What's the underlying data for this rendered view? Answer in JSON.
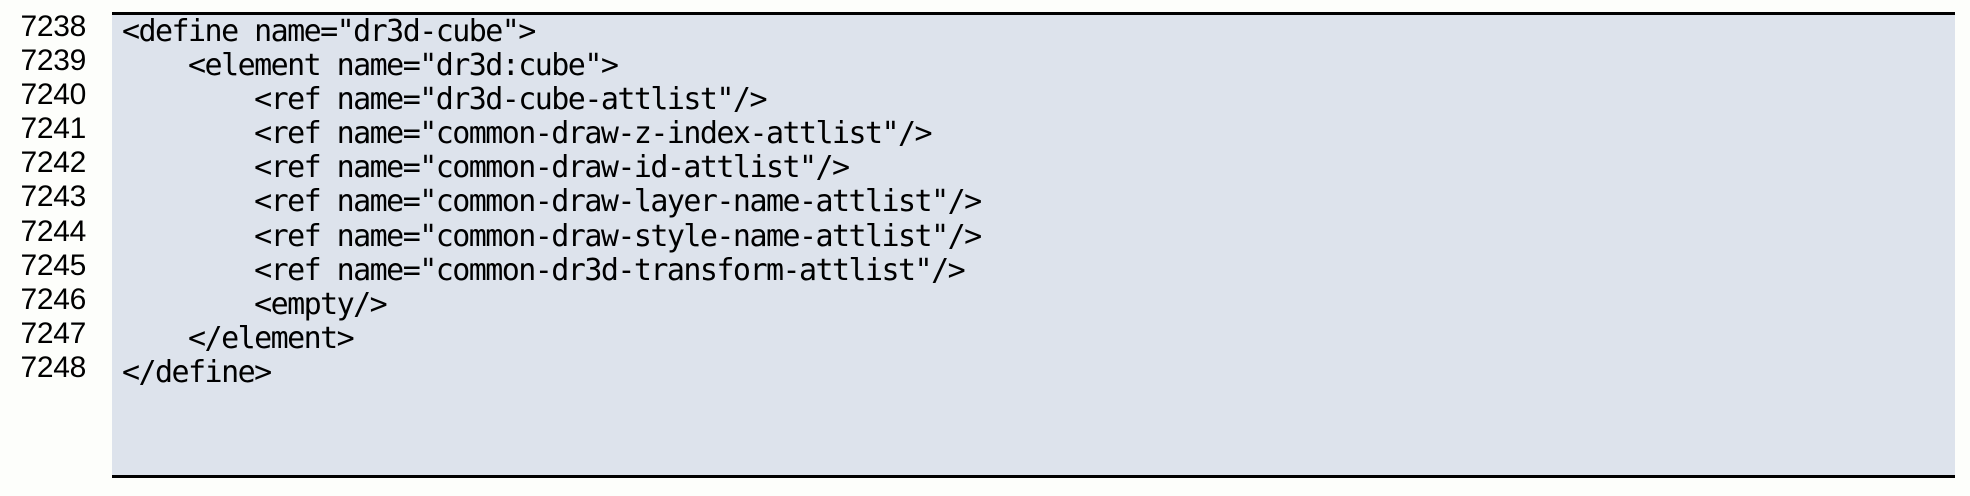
{
  "listing": {
    "language": "relaxng-xml",
    "background_color": "#dde3ec",
    "page_background_color": "#fdfefb",
    "text_color": "#000000",
    "border_color": "#000000",
    "first_line_number": 7238,
    "last_line_number": 7248,
    "lines": [
      {
        "number": "7238",
        "code": "<define name=\"dr3d-cube\">"
      },
      {
        "number": "7239",
        "code": "    <element name=\"dr3d:cube\">"
      },
      {
        "number": "7240",
        "code": "        <ref name=\"dr3d-cube-attlist\"/>"
      },
      {
        "number": "7241",
        "code": "        <ref name=\"common-draw-z-index-attlist\"/>"
      },
      {
        "number": "7242",
        "code": "        <ref name=\"common-draw-id-attlist\"/>"
      },
      {
        "number": "7243",
        "code": "        <ref name=\"common-draw-layer-name-attlist\"/>"
      },
      {
        "number": "7244",
        "code": "        <ref name=\"common-draw-style-name-attlist\"/>"
      },
      {
        "number": "7245",
        "code": "        <ref name=\"common-dr3d-transform-attlist\"/>"
      },
      {
        "number": "7246",
        "code": "        <empty/>"
      },
      {
        "number": "7247",
        "code": "    </element>"
      },
      {
        "number": "7248",
        "code": "</define>"
      }
    ]
  }
}
